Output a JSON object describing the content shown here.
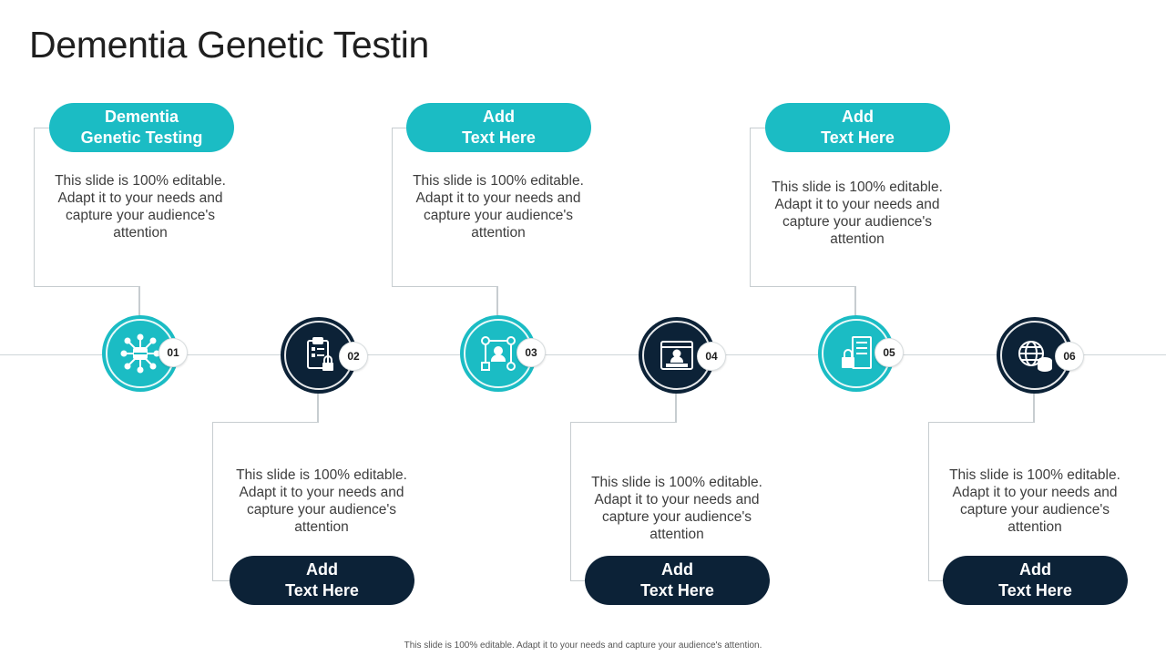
{
  "title": "Dementia Genetic Testin",
  "steps": [
    {
      "number": "01",
      "heading": "Dementia\nGenetic Testing",
      "text": "This slide is 100% editable. Adapt it to your needs and capture your audience's attention",
      "icon": "network-hub-icon",
      "color": "#1bbcc4"
    },
    {
      "number": "02",
      "heading": "Add\nText Here",
      "text": "This slide is 100% editable. Adapt it to your needs and capture your audience's attention",
      "icon": "clipboard-lock-icon",
      "color": "#0c2237"
    },
    {
      "number": "03",
      "heading": "Add\nText Here",
      "text": "This slide is 100% editable. Adapt it to your needs and capture your audience's attention",
      "icon": "user-connections-icon",
      "color": "#1bbcc4"
    },
    {
      "number": "04",
      "heading": "Add\nText Here",
      "text": "This slide is 100% editable. Adapt it to your needs and capture your audience's attention",
      "icon": "user-login-window-icon",
      "color": "#0c2237"
    },
    {
      "number": "05",
      "heading": "Add\nText Here",
      "text": "This slide is 100% editable. Adapt it to your needs and capture your audience's attention",
      "icon": "data-lock-icon",
      "color": "#1bbcc4"
    },
    {
      "number": "06",
      "heading": "Add\nText Here",
      "text": "This slide is 100% editable. Adapt it to your needs and capture your audience's attention",
      "icon": "globe-database-icon",
      "color": "#0c2237"
    }
  ],
  "footer": "This slide is 100% editable. Adapt it to your needs and capture your audience's attention."
}
